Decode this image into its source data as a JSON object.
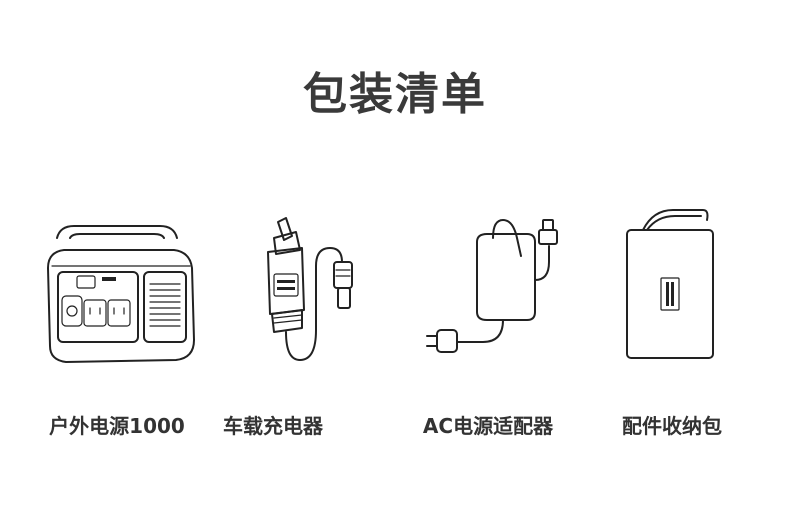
{
  "page": {
    "title": "包装清单"
  },
  "items": [
    {
      "label": "户外电源1000",
      "icon": "power-station-icon"
    },
    {
      "label": "车载充电器",
      "icon": "car-charger-icon"
    },
    {
      "label": "AC电源适配器",
      "icon": "ac-adapter-icon"
    },
    {
      "label": "配件收纳包",
      "icon": "storage-bag-icon"
    }
  ],
  "colors": {
    "text": "#333333",
    "line": "#222222",
    "background": "#ffffff"
  }
}
